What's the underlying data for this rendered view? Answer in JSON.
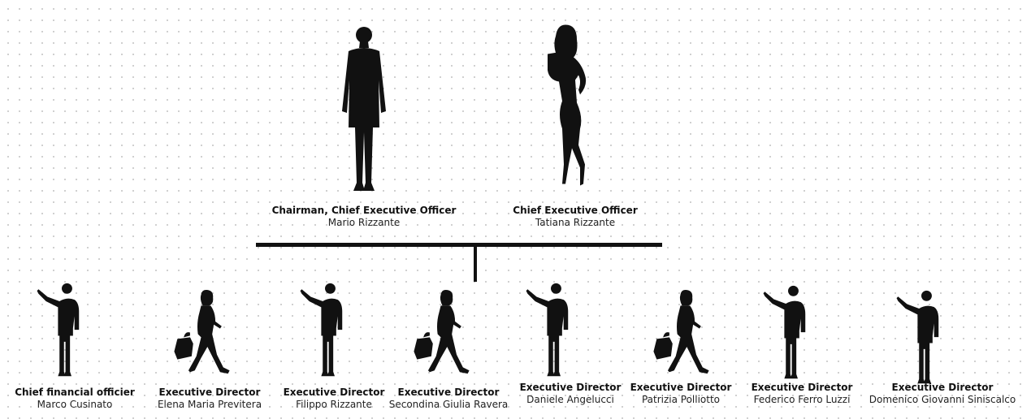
{
  "top": [
    {
      "role": "Chairman, Chief Executive Officer",
      "name": "Mario Rizzante",
      "figure": "man-suit-standing-icon"
    },
    {
      "role": "Chief Executive Officer",
      "name": "Tatiana Rizzante",
      "figure": "woman-standing-icon"
    }
  ],
  "bottom": [
    {
      "role": "Chief financial officier",
      "name": "Marco Cusinato",
      "figure": "man-pointing-icon"
    },
    {
      "role": "Executive Director",
      "name": "Elena Maria Previtera",
      "figure": "woman-walking-briefcase-icon"
    },
    {
      "role": "Executive Director",
      "name": "Filippo Rizzante",
      "figure": "man-pointing-icon"
    },
    {
      "role": "Executive Director",
      "name": "Secondina Giulia Ravera",
      "figure": "woman-walking-briefcase-icon"
    },
    {
      "role": "Executive Director",
      "name": "Daniele Angelucci",
      "figure": "man-pointing-icon"
    },
    {
      "role": "Executive Director",
      "name": "Patrizia Polliotto",
      "figure": "woman-walking-briefcase-icon"
    },
    {
      "role": "Executive Director",
      "name": "Federico Ferro Luzzi",
      "figure": "man-pointing-icon"
    },
    {
      "role": "Executive Director",
      "name": "Domenico Giovanni Siniscalco",
      "figure": "man-pointing-icon"
    }
  ],
  "colors": {
    "silhouette": "#111111",
    "background": "#ffffff",
    "grid_dots": "#c9c9c9"
  }
}
